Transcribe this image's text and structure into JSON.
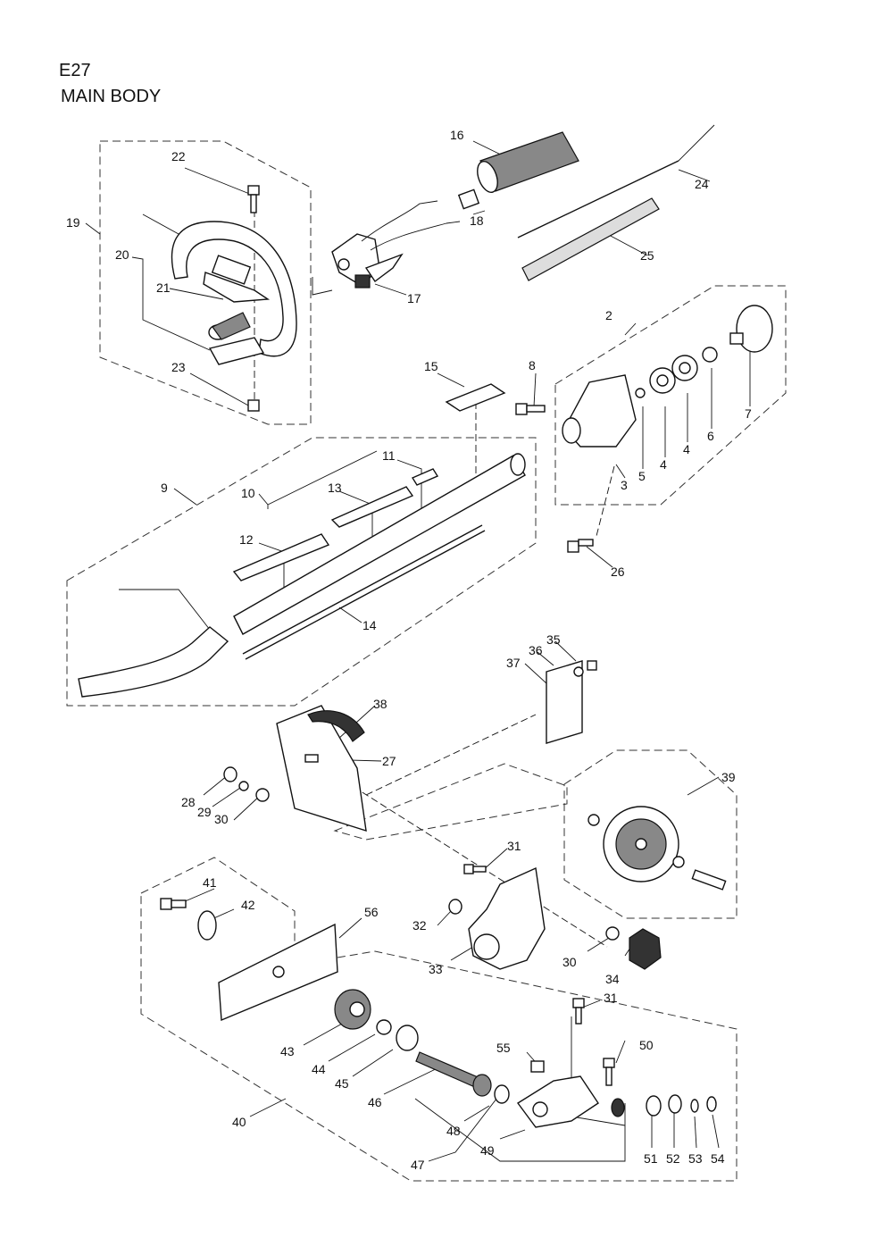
{
  "header": {
    "code": "E27",
    "title": "MAIN BODY"
  },
  "callouts": {
    "n2": "2",
    "n3": "3",
    "n4a": "4",
    "n4b": "4",
    "n5": "5",
    "n6": "6",
    "n7": "7",
    "n8": "8",
    "n9": "9",
    "n10": "10",
    "n11": "11",
    "n12": "12",
    "n13": "13",
    "n14": "14",
    "n15": "15",
    "n16": "16",
    "n17": "17",
    "n18": "18",
    "n19": "19",
    "n20": "20",
    "n21": "21",
    "n22": "22",
    "n23": "23",
    "n24": "24",
    "n25": "25",
    "n26": "26",
    "n27": "27",
    "n28": "28",
    "n29": "29",
    "n30a": "30",
    "n30b": "30",
    "n31a": "31",
    "n31b": "31",
    "n32": "32",
    "n33": "33",
    "n34": "34",
    "n35": "35",
    "n36": "36",
    "n37": "37",
    "n38": "38",
    "n39": "39",
    "n40": "40",
    "n41": "41",
    "n42": "42",
    "n43": "43",
    "n44": "44",
    "n45": "45",
    "n46": "46",
    "n47": "47",
    "n48": "48",
    "n49": "49",
    "n50": "50",
    "n51": "51",
    "n52": "52",
    "n53": "53",
    "n54": "54",
    "n55": "55",
    "n56": "56"
  }
}
